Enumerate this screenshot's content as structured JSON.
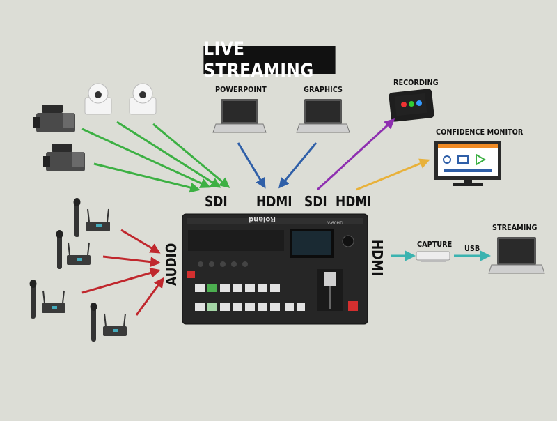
{
  "title": "LIVE STREAMING",
  "labels": {
    "powerpoint": "POWERPOINT",
    "graphics": "GRAPHICS",
    "recording": "RECORDING",
    "confidence_monitor": "CONFIDENCE MONITOR",
    "streaming": "STREAMING",
    "capture": "CAPTURE",
    "usb": "USB"
  },
  "ports": {
    "sdi_in": "SDI",
    "hdmi_in": "HDMI",
    "sdi_out": "SDI",
    "hdmi_out": "HDMI",
    "audio": "AUDIO",
    "hdmi_right": "HDMI"
  },
  "device": {
    "brand": "Roland",
    "model": "V-60HD"
  },
  "colors": {
    "background": "#dcddd6",
    "sdi_arrow": "#3cb043",
    "hdmi_arrow": "#2f5fa8",
    "audio_arrow": "#c0272d",
    "recording_arrow": "#8e2fb0",
    "monitor_arrow": "#e8b13a",
    "capture_arrow": "#3bb3b0"
  }
}
